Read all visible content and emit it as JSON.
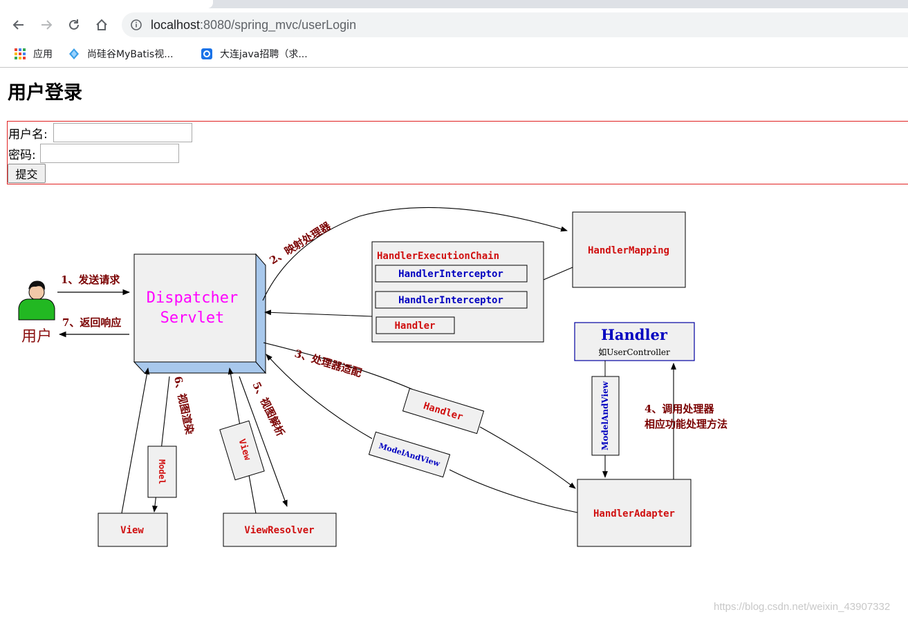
{
  "browser": {
    "url_host": "localhost",
    "url_rest": ":8080/spring_mvc/userLogin",
    "bookmarks": [
      {
        "label": "应用",
        "icon": "apps-grid-icon"
      },
      {
        "label": "尚硅谷MyBatis视...",
        "icon": "diamond-icon"
      },
      {
        "label": "大连java招聘（求...",
        "icon": "job-site-icon"
      }
    ]
  },
  "page": {
    "title": "用户登录",
    "form": {
      "username_label": "用户名:",
      "username_value": "",
      "password_label": "密码:",
      "password_value": "",
      "submit_label": "提交"
    }
  },
  "diagram": {
    "user_label": "用户",
    "dispatcher_line1": "Dispatcher",
    "dispatcher_line2": "Servlet",
    "step1": "1、发送请求",
    "step2": "2、映射处理器",
    "step3": "3、处理器适配",
    "step4_line1": "4、调用处理器",
    "step4_line2": "相应功能处理方法",
    "step5": "5、视图解析",
    "step6": "6、视图渲染",
    "step7": "7、返回响应",
    "handler_execution_chain": "HandlerExecutionChain",
    "handler_interceptor_1": "HandlerInterceptor",
    "handler_interceptor_2": "HandlerInterceptor",
    "handler_in_chain": "Handler",
    "handler_mapping": "HandlerMapping",
    "handler_title": "Handler",
    "handler_subtitle": "如UserController",
    "handler_adapter": "HandlerAdapter",
    "view_resolver": "ViewResolver",
    "view": "View",
    "model_tag": "Model",
    "view_tag": "View",
    "handler_tag": "Handler",
    "model_and_view_tag": "ModelAndView",
    "model_and_view_vertical": "ModelAndView",
    "colors": {
      "red_text": "#d01010",
      "blue_text": "#0000c0",
      "magenta_text": "#ff00ff",
      "dark_red": "#7a0000"
    }
  },
  "watermark": "https://blog.csdn.net/weixin_43907332"
}
